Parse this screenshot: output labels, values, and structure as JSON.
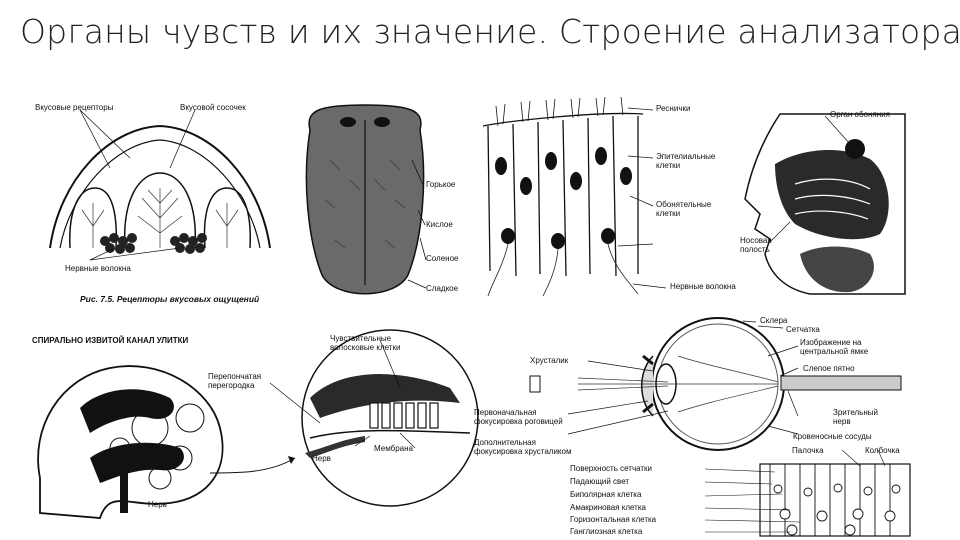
{
  "title": "Органы чувств и их значение. Строение анализатора.",
  "taste": {
    "labels": {
      "receptors": "Вкусовые рецепторы",
      "papilla": "Вкусовой сосочек",
      "nerves": "Нервные волокна"
    },
    "caption": "Рис. 7.5. Рецепторы вкусовых ощущений"
  },
  "tongue": {
    "labels": [
      "Горькое",
      "Кислое",
      "Соленое",
      "Сладкое"
    ]
  },
  "olfactory_cells": {
    "labels": {
      "cilia": "Реснички",
      "epithelial": "Эпителиальные клетки",
      "olfactory": "Обонятельные клетки",
      "nerves": "Нервные волокна"
    }
  },
  "head": {
    "labels": {
      "organ": "Орган обоняния",
      "cavity": "Носовая полость"
    }
  },
  "cochlea": {
    "heading": "СПИРАЛЬНО ИЗВИТОЙ КАНАЛ УЛИТКИ",
    "labels": {
      "hair_cells": "Чувствительные волосковые клетки",
      "septum": "Перепончатая перегородка",
      "nerve_inner": "Нерв",
      "membrane": "Мембрана",
      "nerve_outer": "Нерв"
    }
  },
  "eye": {
    "labels": {
      "sclera": "Склера",
      "retina": "Сетчатка",
      "image": "Изображение на центральной ямке",
      "blind_spot": "Слепое пятно",
      "lens": "Хрусталик",
      "cornea_focus": "Первоначальная фокусировка роговицей",
      "lens_focus": "Дополнительная фокусировка хрусталиком",
      "optic_nerve": "Зрительный нерв",
      "vessels": "Кровеносные сосуды"
    }
  },
  "retina": {
    "labels_left": [
      "Поверхность сетчатки",
      "Падающий свет",
      "Биполярная клетка",
      "Амакриновая клетка",
      "Горизонтальная клетка",
      "Ганглиозная клетка"
    ],
    "labels_right": [
      "Палочка",
      "Колбочка"
    ]
  }
}
